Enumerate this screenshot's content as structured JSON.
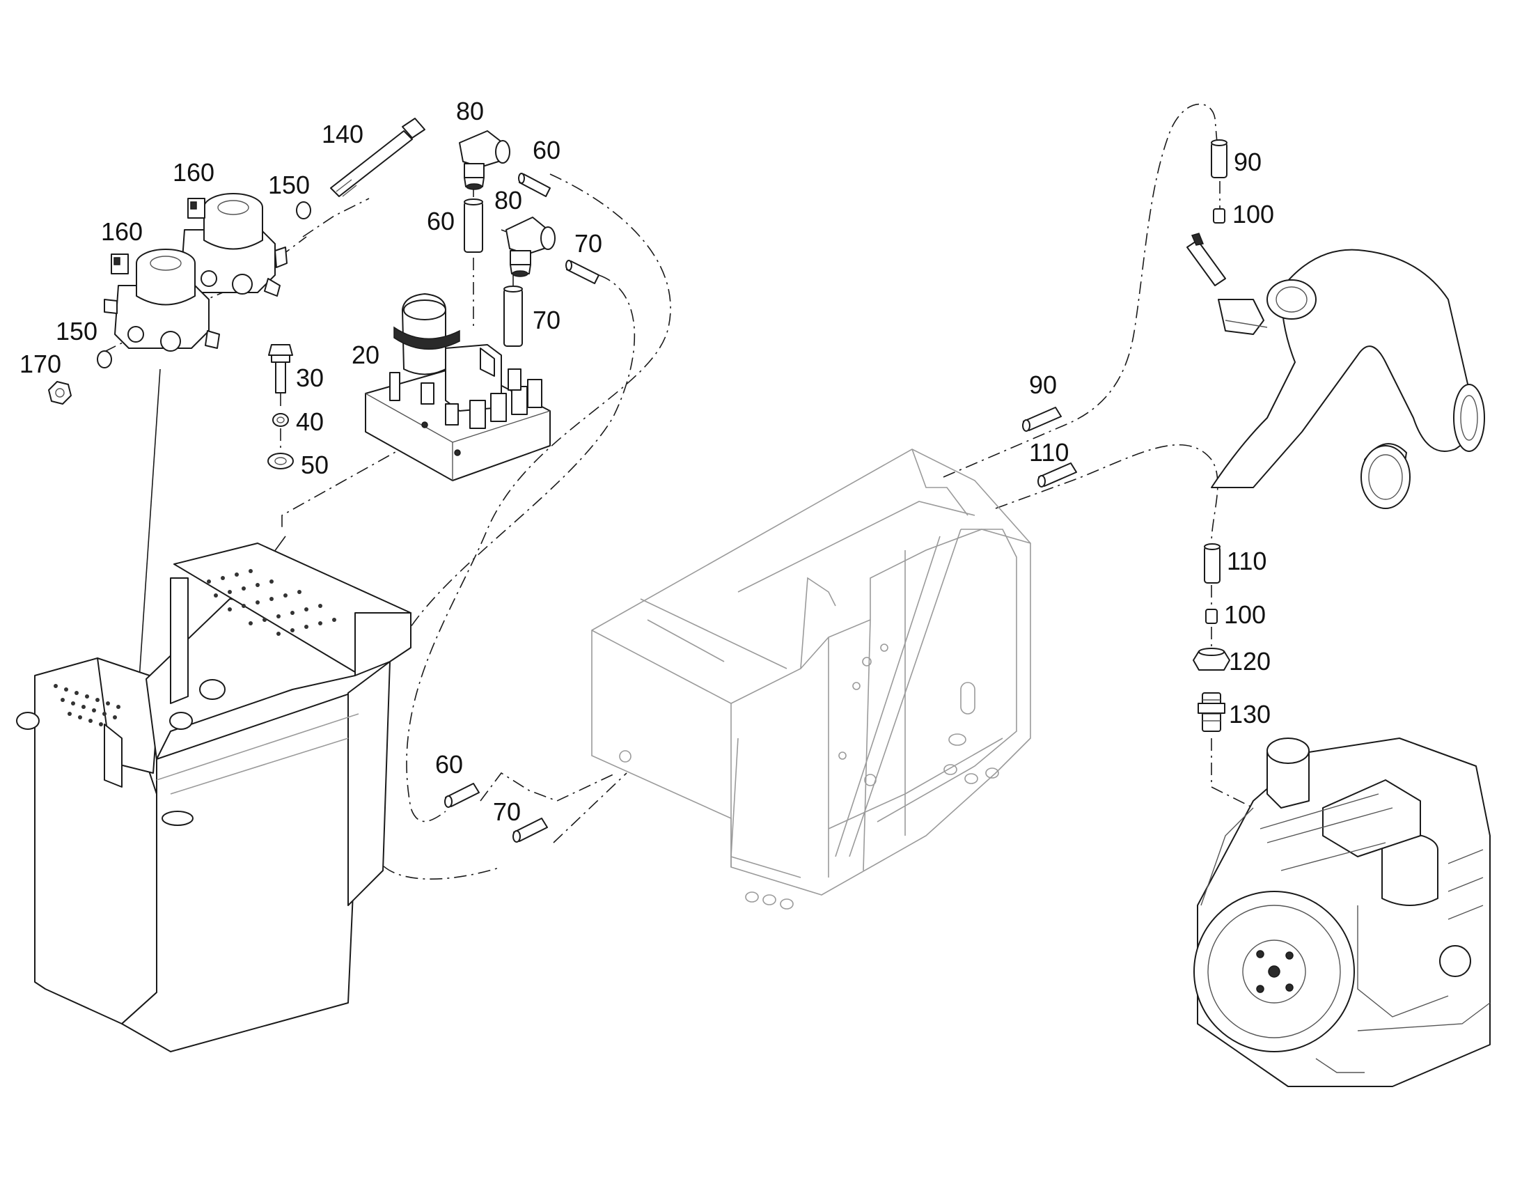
{
  "callouts": [
    {
      "id": "c140",
      "label": "140"
    },
    {
      "id": "c160a",
      "label": "160"
    },
    {
      "id": "c150a",
      "label": "150"
    },
    {
      "id": "c160b",
      "label": "160"
    },
    {
      "id": "c150b",
      "label": "150"
    },
    {
      "id": "c170",
      "label": "170"
    },
    {
      "id": "c80a",
      "label": "80"
    },
    {
      "id": "c60a",
      "label": "60"
    },
    {
      "id": "c60b",
      "label": "60"
    },
    {
      "id": "c80b",
      "label": "80"
    },
    {
      "id": "c70a",
      "label": "70"
    },
    {
      "id": "c70b",
      "label": "70"
    },
    {
      "id": "c20",
      "label": "20"
    },
    {
      "id": "c30",
      "label": "30"
    },
    {
      "id": "c40",
      "label": "40"
    },
    {
      "id": "c50",
      "label": "50"
    },
    {
      "id": "c90a",
      "label": "90"
    },
    {
      "id": "c100a",
      "label": "100"
    },
    {
      "id": "c90b",
      "label": "90"
    },
    {
      "id": "c110a",
      "label": "110"
    },
    {
      "id": "c110b",
      "label": "110"
    },
    {
      "id": "c100b",
      "label": "100"
    },
    {
      "id": "c120",
      "label": "120"
    },
    {
      "id": "c130",
      "label": "130"
    },
    {
      "id": "c60c",
      "label": "60"
    },
    {
      "id": "c70c",
      "label": "70"
    }
  ],
  "icons": {
    "solenoid_valve": "solenoid-valve-icon",
    "bolt": "bolt-icon",
    "washer": "washer-icon",
    "nut": "nut-icon",
    "elbow_fitting": "elbow-fitting-icon",
    "hose": "hose-icon",
    "valve_block": "valve-block-icon",
    "radiator": "radiator-icon",
    "frame": "frame-icon",
    "pipe": "coolant-pipe-icon",
    "engine": "engine-icon"
  }
}
